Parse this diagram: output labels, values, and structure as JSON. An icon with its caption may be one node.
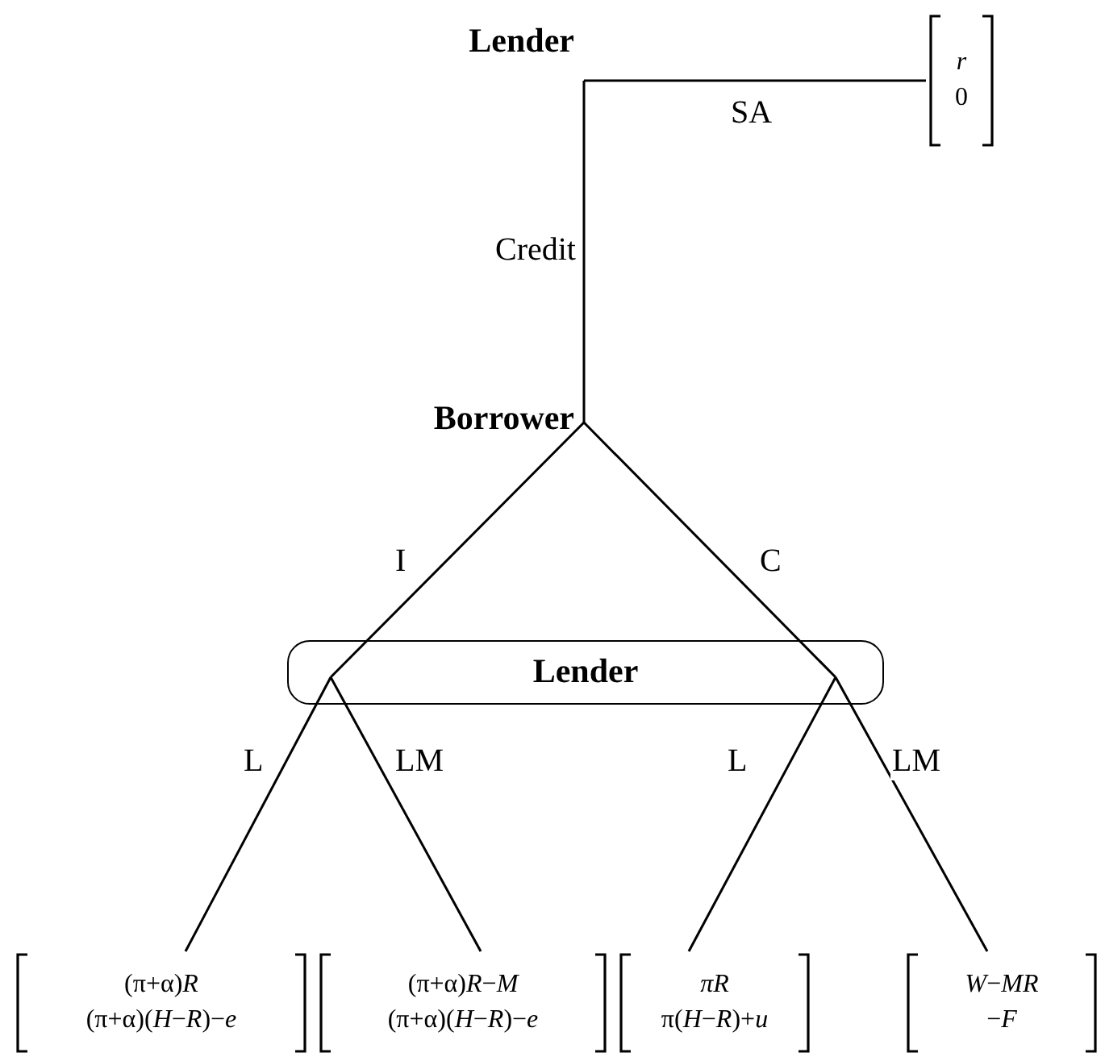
{
  "diagram": {
    "nodes": [
      {
        "text": [
          "Lender"
        ]
      },
      {
        "text": [
          "*r*",
          "0"
        ]
      },
      {
        "text": [
          "Borrower"
        ]
      },
      {
        "text": [
          "Lender"
        ]
      },
      {
        "text": [
          "(π+α)*R*",
          "(π+α)(*H*−*R*)−*e*"
        ]
      },
      {
        "text": [
          "(π+α)*R*−*M*",
          "(π+α)(*H*−*R*)−*e*"
        ]
      },
      {
        "text": [
          "*πR*",
          "π(*H*−*R*)+*u*"
        ]
      },
      {
        "text": [
          "*W*−*MR*",
          "−*F*"
        ]
      }
    ],
    "edges": [
      {
        "from": 0,
        "to": 1,
        "arrow": "none",
        "label": "SA"
      },
      {
        "from": 0,
        "to": 2,
        "arrow": "none",
        "label": "Credit"
      },
      {
        "from": 2,
        "to": 3,
        "arrow": "none",
        "label": "I"
      },
      {
        "from": 2,
        "to": 3,
        "arrow": "none",
        "label": "C"
      },
      {
        "from": 3,
        "to": 4,
        "arrow": "none",
        "label": "L"
      },
      {
        "from": 3,
        "to": 5,
        "arrow": "none",
        "label": "LM"
      },
      {
        "from": 3,
        "to": 6,
        "arrow": "none",
        "label": "L"
      },
      {
        "from": 3,
        "to": 7,
        "arrow": "none",
        "label": "LM"
      }
    ]
  }
}
